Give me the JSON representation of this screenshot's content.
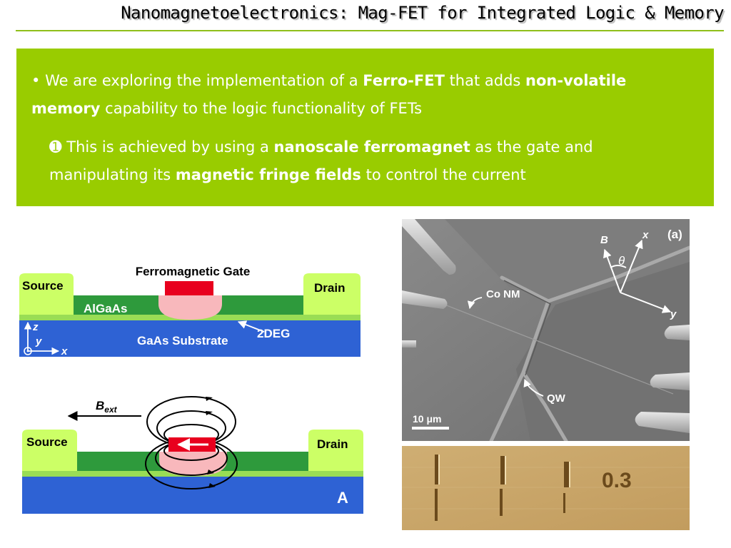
{
  "title": "Nanomagnetoelectronics: Mag-FET for Integrated Logic & Memory",
  "bullet1": {
    "marker": "• ",
    "t1": "We are exploring the implementation of a ",
    "b1": "Ferro-FET",
    "t2": " that adds ",
    "b2": "non-volatile memory",
    "t3": " capability to the logic functionality of FETs"
  },
  "bullet2": {
    "marker": "➊ ",
    "t1": "This is achieved by using a ",
    "b1": "nanoscale ferromagnet",
    "t2": " as the gate and manipulating its ",
    "b2": "magnetic fringe fields",
    "t3": " to control the current"
  },
  "device_top": {
    "gate_label": "Ferromagnetic Gate",
    "source": "Source",
    "drain": "Drain",
    "algaas": "AlGaAs",
    "substrate": "GaAs Substrate",
    "twodeg": "2DEG",
    "axis_z": "z",
    "axis_y": "y",
    "axis_x": "x"
  },
  "device_bottom": {
    "bext_main": "B",
    "bext_sub": "ext",
    "source": "Source",
    "drain": "Drain",
    "panel_label": "A"
  },
  "sem": {
    "panel_label": "(a)",
    "co_nm": "Co NM",
    "qw": "QW",
    "scale": "10 μm",
    "axis_B": "B",
    "axis_x": "x",
    "axis_y": "y",
    "theta": "θ"
  },
  "afm": {
    "label": "0.3"
  },
  "colors": {
    "accent_green": "#99cc00",
    "gate_red": "#e8001e",
    "algaas_green": "#2e9a3c",
    "substrate_blue": "#2e62d4",
    "contact_yellow": "#ccff66"
  }
}
